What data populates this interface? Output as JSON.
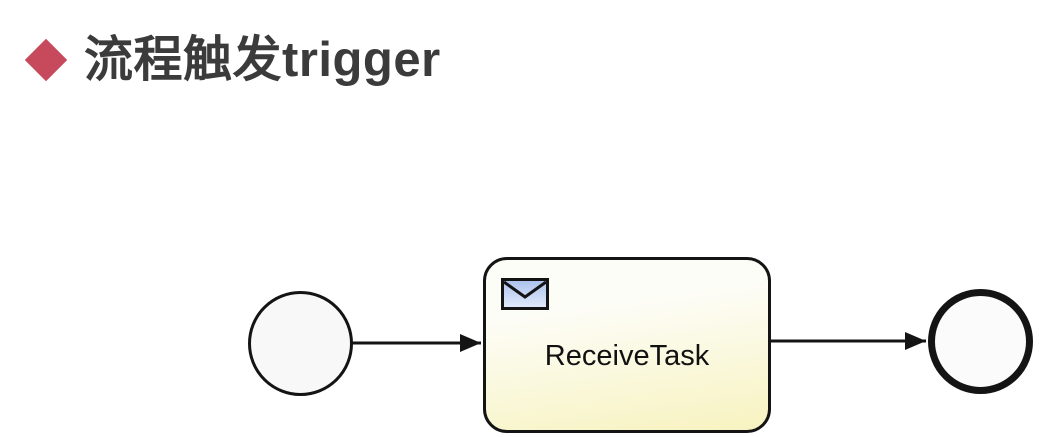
{
  "header": {
    "bullet_icon": "diamond",
    "title": "流程触发trigger"
  },
  "diagram": {
    "type": "bpmn-process",
    "task_label": "ReceiveTask",
    "nodes": [
      {
        "id": "start",
        "type": "start-event",
        "shape": "thin-circle",
        "label": ""
      },
      {
        "id": "task",
        "type": "receive-task",
        "shape": "rounded-rectangle",
        "label": "ReceiveTask",
        "icon": "envelope-icon"
      },
      {
        "id": "end",
        "type": "end-event",
        "shape": "thick-circle",
        "label": ""
      }
    ],
    "edges": [
      {
        "from": "start",
        "to": "task",
        "style": "solid-arrow"
      },
      {
        "from": "task",
        "to": "end",
        "style": "solid-arrow"
      }
    ]
  },
  "colors": {
    "page_bg": "#ffffff",
    "bullet": "#c64a5c",
    "title_text": "#3b3b3b",
    "stroke": "#141414",
    "event_fill": "#f8f8f8",
    "task_fill_top": "#fdfdf8",
    "task_fill_bottom": "#f7f3c0",
    "task_text": "#111111",
    "envelope_top": "#aac1ec",
    "envelope_bottom": "#e3ecfc"
  }
}
